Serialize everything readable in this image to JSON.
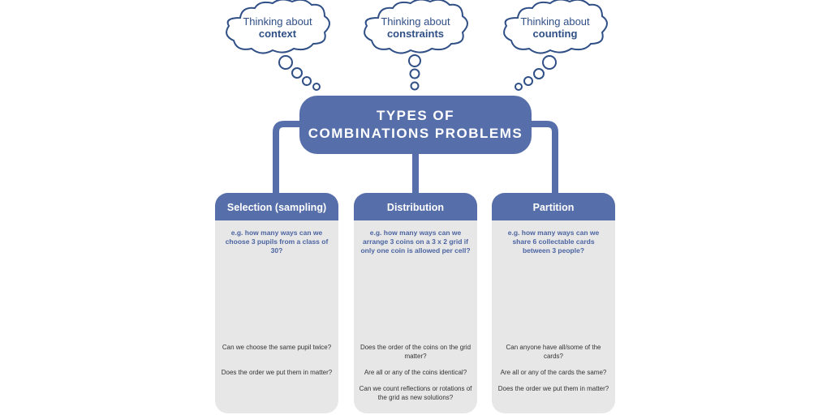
{
  "colors": {
    "primary": "#566ea9",
    "card_bg": "#e7e7e8",
    "green": "#3d9a6a",
    "red": "#a8334e",
    "gray": "#5b5b5d"
  },
  "thoughts": [
    {
      "line1": "Thinking about",
      "line2": "context"
    },
    {
      "line1": "Thinking about",
      "line2": "constraints"
    },
    {
      "line1": "Thinking about",
      "line2": "counting"
    }
  ],
  "title": {
    "line1": "TYPES OF",
    "line2": "COMBINATIONS PROBLEMS"
  },
  "cards": [
    {
      "heading": "Selection (sampling)",
      "example": "e.g. how many ways can we choose 3 pupils from a class of 30?",
      "questions": [
        "Can we choose the same pupil twice?",
        "Does the order we put them in matter?"
      ]
    },
    {
      "heading": "Distribution",
      "example": "e.g. how many ways can we arrange 3 coins on a 3 x 2 grid if only one coin is allowed per cell?",
      "questions": [
        "Does the order of the coins on the grid matter?",
        "Are all or any of the coins identical?",
        "Can we count reflections or rotations of the grid as new solutions?"
      ]
    },
    {
      "heading": "Partition",
      "example": "e.g. how many ways can we share 6 collectable cards between 3 people?",
      "questions": [
        "Can anyone have all/some of the cards?",
        "Are all or any of the cards the same?",
        "Does the order we put them in matter?"
      ]
    }
  ]
}
